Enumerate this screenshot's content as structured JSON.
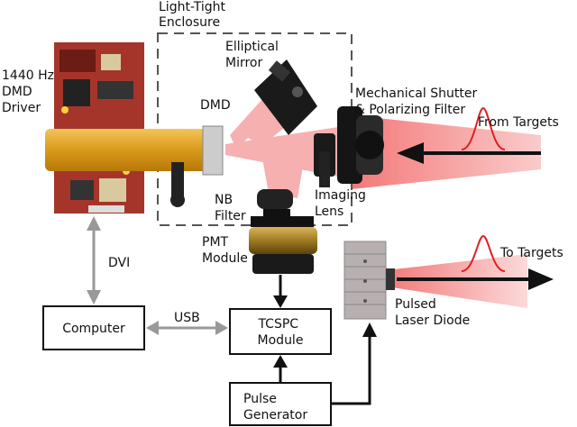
{
  "labels": {
    "enclosure": [
      "Light-Tight",
      "Enclosure"
    ],
    "driver": [
      "1440 Hz",
      "DMD",
      "Driver"
    ],
    "elliptical_mirror": [
      "Elliptical",
      "Mirror"
    ],
    "dmd": "DMD",
    "shutter": [
      "Mechanical Shutter",
      "& Polarizing Filter"
    ],
    "from_targets": "From Targets",
    "imaging_lens": [
      "Imaging",
      "Lens"
    ],
    "nb_filter": [
      "NB",
      "Filter"
    ],
    "pmt": [
      "PMT",
      "Module"
    ],
    "to_targets": "To Targets",
    "dvi": "DVI",
    "usb": "USB",
    "laser": [
      "Pulsed",
      "Laser Diode"
    ]
  },
  "boxes": {
    "computer": "Computer",
    "tcspc": [
      "TCSPC",
      "Module"
    ],
    "pulse": [
      "Pulse",
      "Generator"
    ]
  },
  "colors": {
    "beam": "#f07070",
    "pulse_curve": "#e02020",
    "ribbon": "#e0a020",
    "pcb": "#a5352a",
    "arrow_gray": "#999999",
    "enclosure_dash": "#555555"
  }
}
